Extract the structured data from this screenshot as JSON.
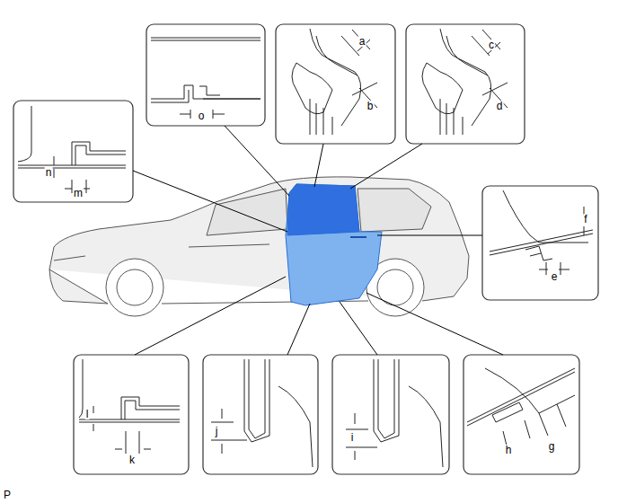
{
  "diagram": {
    "labels": [
      "o",
      "a",
      "b",
      "c",
      "d",
      "n",
      "m",
      "f",
      "e",
      "l",
      "k",
      "j",
      "i",
      "h",
      "g",
      "P"
    ]
  }
}
